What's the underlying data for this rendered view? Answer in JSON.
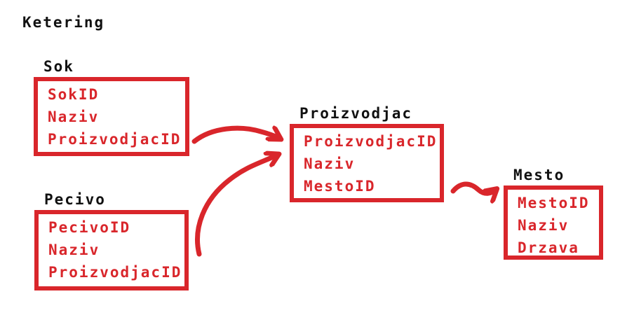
{
  "title": "Ketering",
  "colors": {
    "red": "#d9262b",
    "ink": "#111111",
    "background": "#ffffff"
  },
  "entities": [
    {
      "id": "sok",
      "name": "Sok",
      "fields": [
        "SokID",
        "Naziv",
        "ProizvodjacID"
      ]
    },
    {
      "id": "pecivo",
      "name": "Pecivo",
      "fields": [
        "PecivoID",
        "Naziv",
        "ProizvodjacID"
      ]
    },
    {
      "id": "proizvodjac",
      "name": "Proizvodjac",
      "fields": [
        "ProizvodjacID",
        "Naziv",
        "MestoID"
      ]
    },
    {
      "id": "mesto",
      "name": "Mesto",
      "fields": [
        "MestoID",
        "Naziv",
        "Drzava"
      ]
    }
  ],
  "relations": [
    {
      "from": "Sok.ProizvodjacID",
      "to": "Proizvodjac.ProizvodjacID"
    },
    {
      "from": "Pecivo.ProizvodjacID",
      "to": "Proizvodjac.ProizvodjacID"
    },
    {
      "from": "Proizvodjac.MestoID",
      "to": "Mesto.MestoID"
    }
  ]
}
